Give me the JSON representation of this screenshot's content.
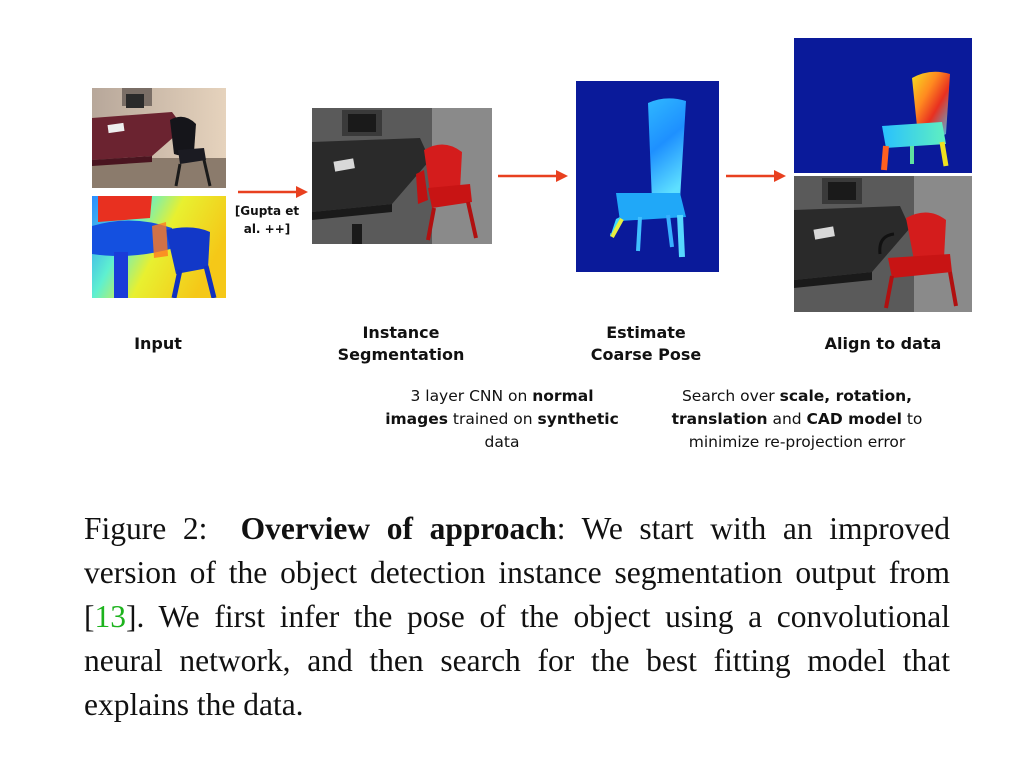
{
  "figure": {
    "stage_labels": {
      "input": "Input",
      "segmentation_line1": "Instance",
      "segmentation_line2": "Segmentation",
      "pose_line1": "Estimate",
      "pose_line2": "Coarse Pose",
      "align": "Align to data"
    },
    "arrow_labels": {
      "gupta_line1": "[Gupta et",
      "gupta_line2": "al. ++]"
    },
    "descriptions": {
      "cnn": {
        "t1": "3 layer CNN on ",
        "b1": "normal",
        "b2": "images",
        "t2": " trained on ",
        "b3": "synthetic",
        "t3": "data"
      },
      "search": {
        "t1": "Search over ",
        "b1": "scale, rotation,",
        "b2": "translation",
        "t2": " and ",
        "b3": "CAD model",
        "t3": " to",
        "t4": "minimize re-projection error"
      }
    },
    "colors": {
      "arrow": "#e8401f",
      "depth_background": "#0a1a9a",
      "chair_red": "#d01818"
    }
  },
  "caption": {
    "prefix": "Figure 2:",
    "title": "Overview of approach",
    "text1": ":  We start with an improved version of the object detection instance segmentation output from [",
    "citation": "13",
    "text2": "].  We first infer the pose of the object using a convolutional neural network, and then search for the best fitting model that explains the data."
  }
}
